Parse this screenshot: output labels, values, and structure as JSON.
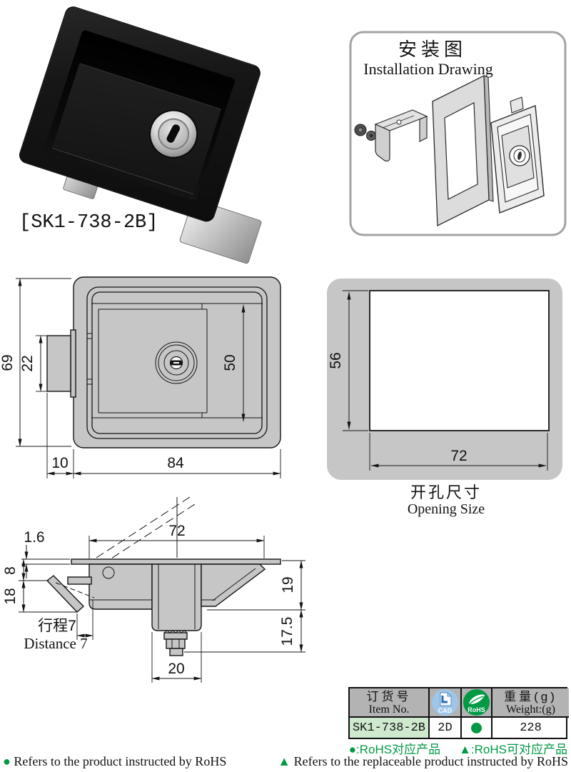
{
  "photo": {
    "label": "[SK1-738-2B]"
  },
  "install": {
    "title_zh": "安装图",
    "title_en": "Installation Drawing"
  },
  "front_view": {
    "dim_height": "69",
    "dim_tab": "22",
    "dim_inner": "50",
    "dim_offset": "10",
    "dim_width": "84"
  },
  "opening": {
    "dim_height": "56",
    "dim_width": "72",
    "caption_zh": "开孔尺寸",
    "caption_en": "Opening Size"
  },
  "side_view": {
    "dim_flange": "1.6",
    "dim_width": "72",
    "dim_top": "8",
    "dim_hook": "18",
    "dim_depth": "19",
    "dim_screw": "17.5",
    "dim_stem": "20",
    "travel_zh": "行程7",
    "travel_en": "Distance 7"
  },
  "table": {
    "header": {
      "item_zh": "订货号",
      "item_en": "Item No.",
      "cad_label": "CAD",
      "rohs_label": "RoHS",
      "weight_zh": "重量(g)",
      "weight_en": "Weight:(g)"
    },
    "row": {
      "item": "SK1-738-2B",
      "cad": "2D",
      "dot": "●",
      "weight": "228"
    }
  },
  "legend": {
    "green_dot": "●:RoHS对应产品",
    "green_tri": "▲:RoHS可对应产品",
    "en_dot_sym": "●",
    "en_dot_text": "Refers to the product instructed by RoHS",
    "en_tri_sym": "▲",
    "en_tri_text": "Refers to the replaceable product instructed by RoHS"
  },
  "colors": {
    "green": "#009944",
    "cad_blue": "#9fc6e8",
    "header_gray": "#b3b3b3",
    "row_green": "#cfe9cf",
    "drawing_gray": "#c6c6c6"
  }
}
